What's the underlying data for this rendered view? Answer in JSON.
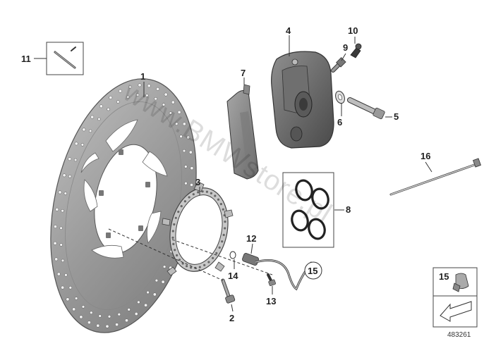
{
  "diagram": {
    "watermark": "www.BMWstore.pl",
    "image_number": "483261",
    "legend_box_label": "15",
    "callouts": [
      {
        "id": "1",
        "label": "1"
      },
      {
        "id": "2",
        "label": "2"
      },
      {
        "id": "3",
        "label": "3"
      },
      {
        "id": "4",
        "label": "4"
      },
      {
        "id": "5",
        "label": "5"
      },
      {
        "id": "6",
        "label": "6"
      },
      {
        "id": "7",
        "label": "7"
      },
      {
        "id": "8",
        "label": "8"
      },
      {
        "id": "9",
        "label": "9"
      },
      {
        "id": "10",
        "label": "10"
      },
      {
        "id": "11",
        "label": "11"
      },
      {
        "id": "12",
        "label": "12"
      },
      {
        "id": "13",
        "label": "13"
      },
      {
        "id": "14",
        "label": "14"
      },
      {
        "id": "15",
        "label": "15"
      },
      {
        "id": "16",
        "label": "16"
      }
    ]
  }
}
